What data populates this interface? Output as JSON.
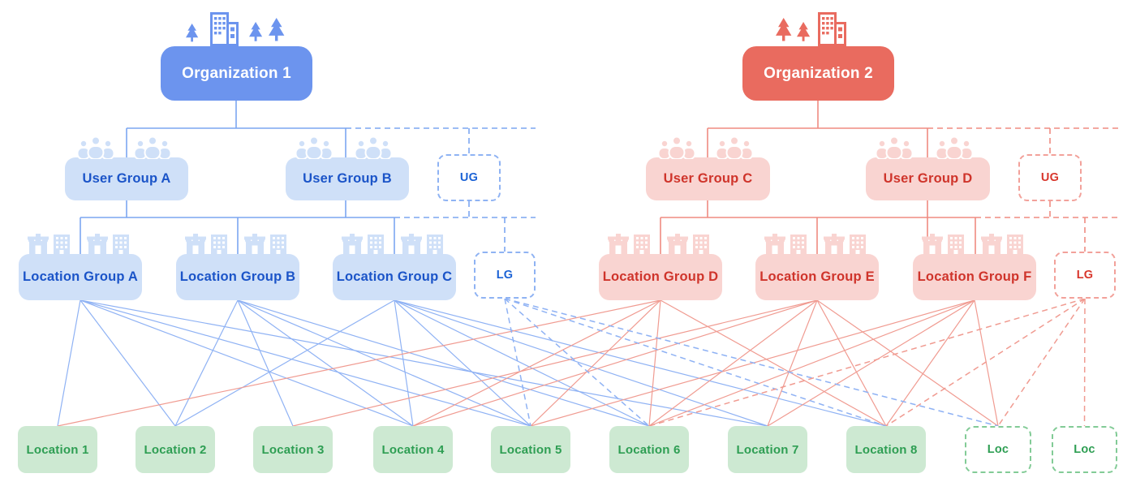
{
  "diagram": {
    "description": "Organization hierarchy diagram with organizations, user groups, location groups and locations"
  },
  "organizations": [
    {
      "id": "org-1",
      "label": "Organization 1",
      "color": "#6c94ee"
    },
    {
      "id": "org-2",
      "label": "Organization 2",
      "color": "#e96b5f"
    }
  ],
  "user_groups": [
    {
      "id": "ug-a",
      "label": "User Group A",
      "org": "Organization 1"
    },
    {
      "id": "ug-b",
      "label": "User Group B",
      "org": "Organization 1"
    },
    {
      "id": "ug-c",
      "label": "User Group C",
      "org": "Organization 2"
    },
    {
      "id": "ug-d",
      "label": "User Group D",
      "org": "Organization 2"
    }
  ],
  "user_group_placeholders": [
    {
      "id": "ug-ph-blue",
      "label": "UG",
      "org": "Organization 1"
    },
    {
      "id": "ug-ph-red",
      "label": "UG",
      "org": "Organization 2"
    }
  ],
  "location_groups": [
    {
      "id": "lg-a",
      "label": "Location Group A",
      "org": "Organization 1"
    },
    {
      "id": "lg-b",
      "label": "Location Group B",
      "org": "Organization 1"
    },
    {
      "id": "lg-c",
      "label": "Location Group C",
      "org": "Organization 1"
    },
    {
      "id": "lg-d",
      "label": "Location Group D",
      "org": "Organization 2"
    },
    {
      "id": "lg-e",
      "label": "Location Group E",
      "org": "Organization 2"
    },
    {
      "id": "lg-f",
      "label": "Location Group F",
      "org": "Organization 2"
    }
  ],
  "location_group_placeholders": [
    {
      "id": "lg-ph-blue",
      "label": "LG",
      "org": "Organization 1"
    },
    {
      "id": "lg-ph-red",
      "label": "LG",
      "org": "Organization 2"
    }
  ],
  "locations": [
    {
      "id": "loc-1",
      "label": "Location 1"
    },
    {
      "id": "loc-2",
      "label": "Location 2"
    },
    {
      "id": "loc-3",
      "label": "Location 3"
    },
    {
      "id": "loc-4",
      "label": "Location 4"
    },
    {
      "id": "loc-5",
      "label": "Location 5"
    },
    {
      "id": "loc-6",
      "label": "Location 6"
    },
    {
      "id": "loc-7",
      "label": "Location 7"
    },
    {
      "id": "loc-8",
      "label": "Location 8"
    }
  ],
  "location_placeholders": [
    {
      "id": "loc-ph-1",
      "label": "Loc"
    },
    {
      "id": "loc-ph-2",
      "label": "Loc"
    }
  ],
  "colors": {
    "org_blue": "#6c94ee",
    "org_red": "#e96b5f",
    "group_blue_fill": "#cfe0f8",
    "group_blue_text": "#1b54c8",
    "group_red_fill": "#f9d4d1",
    "group_red_text": "#cf342b",
    "location_fill": "#cde9d2",
    "location_text": "#2e9e53",
    "line_blue": "#7ca6f1",
    "line_blue_thin": "#8fb2f4",
    "line_red": "#ef8b81",
    "line_red_thin": "#f09b91",
    "dashed_green_border": "#82cb96"
  },
  "connections": {
    "solid": [
      {
        "from": "lg-a",
        "to": "loc-1",
        "color": "blue"
      },
      {
        "from": "lg-a",
        "to": "loc-2",
        "color": "blue"
      },
      {
        "from": "lg-a",
        "to": "loc-4",
        "color": "blue"
      },
      {
        "from": "lg-a",
        "to": "loc-5",
        "color": "blue"
      },
      {
        "from": "lg-a",
        "to": "loc-7",
        "color": "blue"
      },
      {
        "from": "lg-b",
        "to": "loc-2",
        "color": "blue"
      },
      {
        "from": "lg-b",
        "to": "loc-3",
        "color": "blue"
      },
      {
        "from": "lg-b",
        "to": "loc-4",
        "color": "blue"
      },
      {
        "from": "lg-b",
        "to": "loc-5",
        "color": "blue"
      },
      {
        "from": "lg-b",
        "to": "loc-6",
        "color": "blue"
      },
      {
        "from": "lg-c",
        "to": "loc-2",
        "color": "blue"
      },
      {
        "from": "lg-c",
        "to": "loc-4",
        "color": "blue"
      },
      {
        "from": "lg-c",
        "to": "loc-5",
        "color": "blue"
      },
      {
        "from": "lg-c",
        "to": "loc-6",
        "color": "blue"
      },
      {
        "from": "lg-c",
        "to": "loc-7",
        "color": "blue"
      },
      {
        "from": "lg-c",
        "to": "loc-8",
        "color": "blue"
      },
      {
        "from": "lg-d",
        "to": "loc-1",
        "color": "red"
      },
      {
        "from": "lg-d",
        "to": "loc-4",
        "color": "red"
      },
      {
        "from": "lg-d",
        "to": "loc-5",
        "color": "red"
      },
      {
        "from": "lg-d",
        "to": "loc-6",
        "color": "red"
      },
      {
        "from": "lg-d",
        "to": "loc-8",
        "color": "red"
      },
      {
        "from": "lg-e",
        "to": "loc-3",
        "color": "red"
      },
      {
        "from": "lg-e",
        "to": "loc-4",
        "color": "red"
      },
      {
        "from": "lg-e",
        "to": "loc-6",
        "color": "red"
      },
      {
        "from": "lg-e",
        "to": "loc-7",
        "color": "red"
      },
      {
        "from": "lg-e",
        "to": "loc-8",
        "color": "red"
      },
      {
        "from": "lg-e",
        "to": "loc-ph-1",
        "color": "red"
      },
      {
        "from": "lg-f",
        "to": "loc-5",
        "color": "red"
      },
      {
        "from": "lg-f",
        "to": "loc-6",
        "color": "red"
      },
      {
        "from": "lg-f",
        "to": "loc-7",
        "color": "red"
      },
      {
        "from": "lg-f",
        "to": "loc-8",
        "color": "red"
      },
      {
        "from": "lg-f",
        "to": "loc-ph-1",
        "color": "red"
      }
    ],
    "dashed": [
      {
        "from": "lg-ph-blue",
        "to": "loc-5",
        "color": "blue"
      },
      {
        "from": "lg-ph-blue",
        "to": "loc-6",
        "color": "blue"
      },
      {
        "from": "lg-ph-blue",
        "to": "loc-8",
        "color": "blue"
      },
      {
        "from": "lg-ph-blue",
        "to": "loc-ph-1",
        "color": "blue"
      },
      {
        "from": "lg-ph-red",
        "to": "loc-6",
        "color": "red"
      },
      {
        "from": "lg-ph-red",
        "to": "loc-8",
        "color": "red"
      },
      {
        "from": "lg-ph-red",
        "to": "loc-ph-1",
        "color": "red"
      },
      {
        "from": "lg-ph-red",
        "to": "loc-ph-2",
        "color": "red"
      }
    ]
  }
}
